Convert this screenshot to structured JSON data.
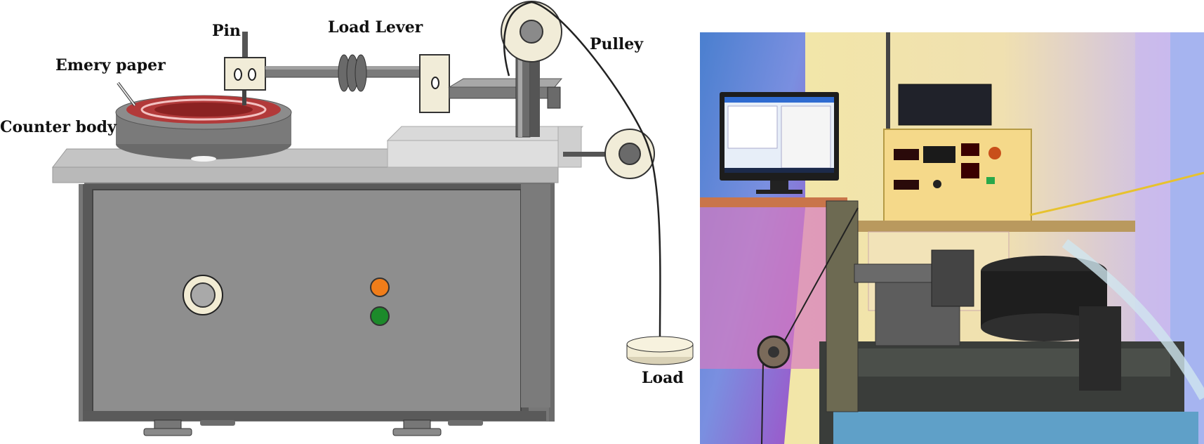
{
  "labels": {
    "pin": "Pin",
    "load_lever": "Load Lever",
    "pulley": "Pulley",
    "emery_paper": "Emery paper",
    "counter_body": "Counter body",
    "load": "Load"
  },
  "colors": {
    "machine_body": "#8c8c8c",
    "machine_frame": "#4f4f4f",
    "table_top": "#c9c9c9",
    "disc_ring": "#b23a3a",
    "disc_red": "#8b2222",
    "indicator_orange": "#f07d1a",
    "indicator_green": "#1c8a2a",
    "load_weight": "#f2ecd4"
  },
  "photo": {
    "monitor_icon": "desktop-monitor-icon",
    "controller_icon": "control-panel-icon"
  }
}
